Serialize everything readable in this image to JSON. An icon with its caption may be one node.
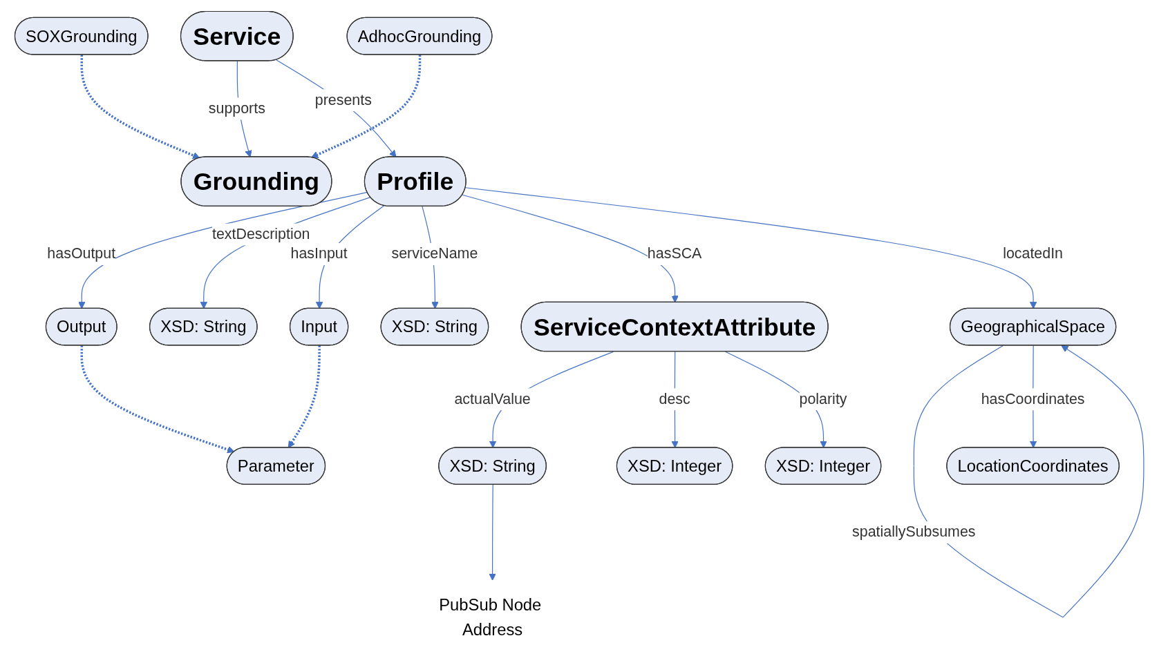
{
  "diagram": {
    "nodes": [
      {
        "text": [
          "SOXGrounding"
        ]
      },
      {
        "text": [
          "Grounding"
        ]
      },
      {
        "text": [
          "Service"
        ]
      },
      {
        "text": [
          "AdhocGrounding"
        ]
      },
      {
        "text": [
          "Output"
        ]
      },
      {
        "text": [
          "Profile"
        ]
      },
      {
        "text": [
          "XSD: String"
        ]
      },
      {
        "text": [
          "XSD: String"
        ]
      },
      {
        "text": [
          "Input"
        ]
      },
      {
        "text": [
          "Parameter"
        ]
      },
      {
        "text": [
          "ServiceContextAttribute"
        ]
      },
      {
        "text": [
          "GeographicalSpace"
        ]
      },
      {
        "text": [
          "PubSub Node Address"
        ]
      },
      {
        "text": [
          "LocationCoordinates"
        ]
      },
      {
        "text": [
          "XSD: String"
        ]
      },
      {
        "text": [
          "XSD: Integer"
        ]
      },
      {
        "text": [
          "XSD: Integer"
        ]
      }
    ],
    "edges": [
      {
        "from": 2,
        "to": 1,
        "label": "supports",
        "arrow": "to"
      },
      {
        "from": 0,
        "to": 1,
        "arrow": "to",
        "style": "dashed"
      },
      {
        "from": 3,
        "to": 1,
        "arrow": "to",
        "style": "dashed"
      },
      {
        "from": 2,
        "to": 5,
        "label": "presents",
        "arrow": "to"
      },
      {
        "from": 5,
        "to": 4,
        "label": "hasOutput",
        "arrow": "to"
      },
      {
        "from": 5,
        "to": 6,
        "label": "textDescription",
        "arrow": "to"
      },
      {
        "from": 5,
        "to": 8,
        "label": "hasInput",
        "arrow": "to"
      },
      {
        "from": 5,
        "to": 7,
        "label": "serviceName",
        "arrow": "to"
      },
      {
        "from": 4,
        "to": 9,
        "arrow": "to",
        "style": "dashed"
      },
      {
        "from": 8,
        "to": 9,
        "arrow": "to",
        "style": "dashed"
      },
      {
        "from": 5,
        "to": 10,
        "label": "hasSCA",
        "arrow": "to"
      },
      {
        "from": 5,
        "to": 11,
        "label": "locatedIn",
        "arrow": "to"
      },
      {
        "from": 11,
        "to": 11,
        "label": "spatiallySubsumes",
        "arrow": "to"
      },
      {
        "from": 10,
        "to": 14,
        "label": "actualValue",
        "arrow": "to"
      },
      {
        "from": 10,
        "to": 15,
        "label": "desc",
        "arrow": "to"
      },
      {
        "from": 10,
        "to": 16,
        "label": "polarity",
        "arrow": "to"
      },
      {
        "from": 11,
        "to": 13,
        "label": "hasCoordinates",
        "arrow": "to"
      },
      {
        "from": 14,
        "to": 12,
        "arrow": "to"
      }
    ]
  }
}
